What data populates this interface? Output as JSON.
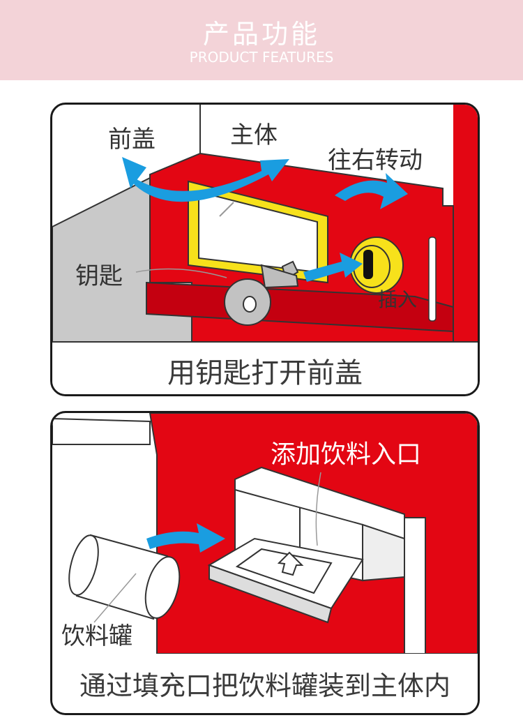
{
  "header": {
    "title": "产品功能",
    "subtitle": "PRODUCT FEATURES"
  },
  "colors": {
    "header_bg": "#f3d3d8",
    "machine_red": "#e30613",
    "arrow_blue": "#1a9de0",
    "lock_yellow": "#f7e11b",
    "panel_border": "#1a1a1a"
  },
  "panel1": {
    "label_front_cover": "前盖",
    "label_main_body": "主体",
    "label_rotate_right": "往右转动",
    "label_key": "钥匙",
    "label_insert": "插入",
    "caption": "用钥匙打开前盖"
  },
  "panel2": {
    "label_inlet": "添加饮料入口",
    "label_can": "饮料罐",
    "caption": "通过填充口把饮料罐装到主体内"
  }
}
